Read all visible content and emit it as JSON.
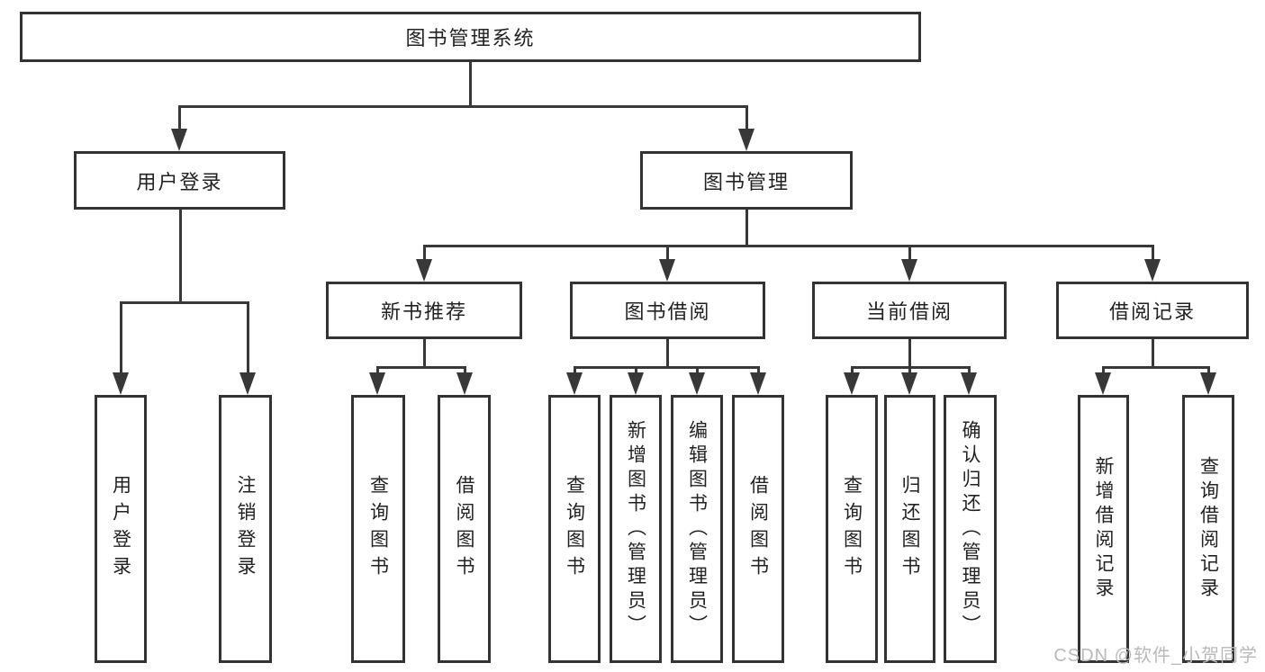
{
  "diagram": {
    "type": "tree",
    "root": {
      "label": "图书管理系统"
    },
    "branches": [
      {
        "label": "用户登录",
        "children": [
          {
            "label": "用户登录"
          },
          {
            "label": "注销登录"
          }
        ]
      },
      {
        "label": "图书管理",
        "children": [
          {
            "label": "新书推荐",
            "children": [
              {
                "label": "查询图书"
              },
              {
                "label": "借阅图书"
              }
            ]
          },
          {
            "label": "图书借阅",
            "children": [
              {
                "label": "查询图书"
              },
              {
                "label": "新增图书（管理员）"
              },
              {
                "label": "编辑图书（管理员）"
              },
              {
                "label": "借阅图书"
              }
            ]
          },
          {
            "label": "当前借阅",
            "children": [
              {
                "label": "查询图书"
              },
              {
                "label": "归还图书"
              },
              {
                "label": "确认归还（管理员）"
              }
            ]
          },
          {
            "label": "借阅记录",
            "children": [
              {
                "label": "新增借阅记录"
              },
              {
                "label": "查询借阅记录"
              }
            ]
          }
        ]
      }
    ],
    "colors": {
      "line": "#383838",
      "box_border": "#333333",
      "box_fill": "#ffffff",
      "text": "#222222",
      "watermark": "#b9b9b9"
    }
  },
  "watermark": {
    "text": "CSDN @软件_小贺同学"
  }
}
